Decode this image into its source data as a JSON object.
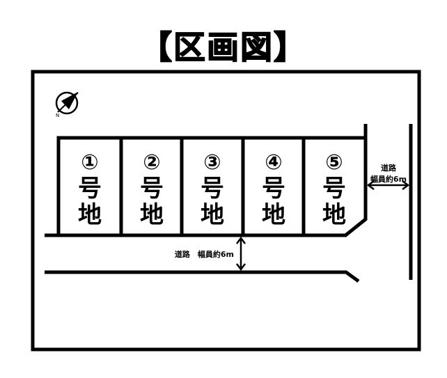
{
  "title": "【区画図】",
  "lots": [
    {
      "number": "①",
      "line1": "号",
      "line2": "地"
    },
    {
      "number": "②",
      "line1": "号",
      "line2": "地"
    },
    {
      "number": "③",
      "line1": "号",
      "line2": "地"
    },
    {
      "number": "④",
      "line1": "号",
      "line2": "地"
    },
    {
      "number": "⑤",
      "line1": "号",
      "line2": "地"
    }
  ],
  "road_south": {
    "label": "道路　幅員約6m"
  },
  "road_east": {
    "label_line1": "道路",
    "label_line2": "幅員約6m"
  },
  "compass": {
    "icon": "north-arrow-icon",
    "letter": "N"
  }
}
